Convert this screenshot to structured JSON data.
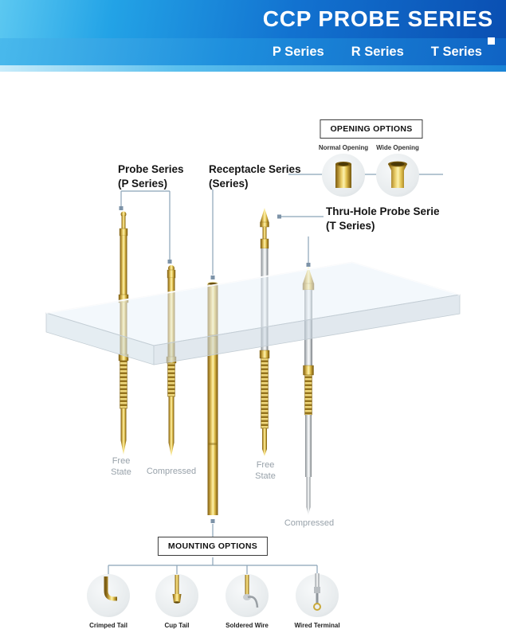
{
  "header": {
    "title": "CCP PROBE SERIES",
    "tabs": [
      {
        "label": "P Series"
      },
      {
        "label": "R Series"
      },
      {
        "label": "T Series"
      }
    ]
  },
  "opening_options": {
    "title": "OPENING OPTIONS",
    "items": [
      {
        "label": "Normal Opening"
      },
      {
        "label": "Wide Opening"
      }
    ]
  },
  "callouts": {
    "probe_series": {
      "line1": "Probe Series",
      "line2": "(P Series)"
    },
    "receptacle_series": {
      "line1": "Receptacle Series",
      "line2": "(Series)"
    },
    "thru_hole": {
      "line1": "Thru-Hole Probe Serie",
      "line2": "(T Series)"
    }
  },
  "state_labels": {
    "probe_free": "Free State",
    "probe_compressed": "Compressed",
    "thru_free": "Free State",
    "thru_compressed": "Compressed"
  },
  "mounting_options": {
    "title": "MOUNTING OPTIONS",
    "items": [
      {
        "label": "Crimped Tail"
      },
      {
        "label": "Cup Tail"
      },
      {
        "label": "Soldered Wire"
      },
      {
        "label": "Wired Terminal"
      }
    ]
  },
  "colors": {
    "header_blue_dark": "#0a4fb2",
    "header_blue_light": "#5cc8f1",
    "gold": "#d4af37",
    "silver": "#c0c4c8",
    "connector_line": "#8ba3b8",
    "muted_label": "#98a2aa"
  }
}
